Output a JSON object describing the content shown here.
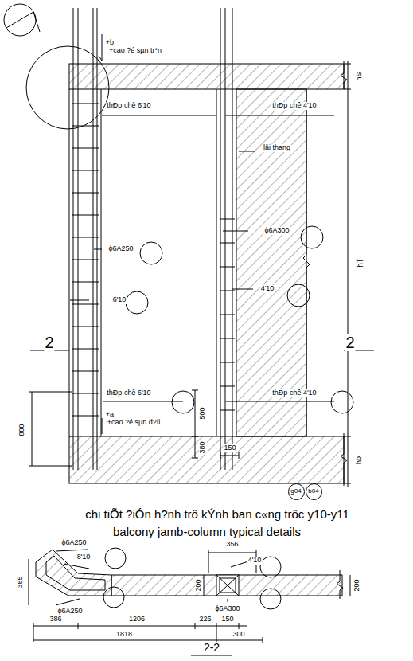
{
  "diagram": {
    "title": "chi tiÕt ?iÓn h?nh trô kÝnh ban c«ng trôc y10-y11",
    "caption": "balcony jamb-column typical details",
    "nodes": [
      {
        "text": [
          "g04"
        ]
      },
      {
        "text": [
          "b04"
        ]
      }
    ],
    "labels": [
      "+b",
      "+cao ?é sµn tr*n",
      "hS",
      "thÐp chê 6'10",
      "thÐp chê 4'10",
      "lâi thang",
      "hT",
      "ϕ6A300",
      "ϕ6A250",
      "4'10",
      "6'10",
      "2",
      "2",
      "thÐp chê 6'10",
      "thÐp chê 4'10",
      "500",
      "800",
      "+a",
      "+cao ?é sµn d?íi",
      "380",
      "150",
      "h0",
      "ϕ6A250",
      "8'10",
      "385",
      "ϕ6A250",
      "1206",
      "356",
      "4'10",
      "200",
      "200",
      "ϕ6A300",
      "386",
      "226",
      "150",
      "1818",
      "300",
      "2-2"
    ]
  }
}
